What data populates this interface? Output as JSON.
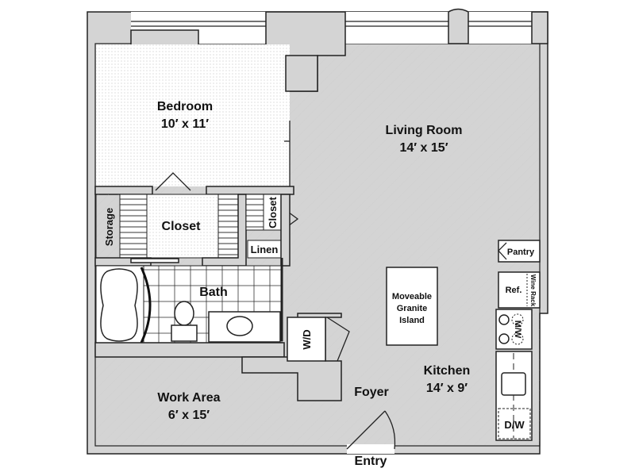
{
  "plan": {
    "rooms": {
      "bedroom": {
        "name": "Bedroom",
        "size": "10′ x 11′"
      },
      "living_room": {
        "name": "Living Room",
        "size": "14′ x 15′"
      },
      "kitchen": {
        "name": "Kitchen",
        "size": "14′ x 9′"
      },
      "work_area": {
        "name": "Work Area",
        "size": "6′ x 15′"
      },
      "closet": "Closet",
      "small_closet": "Closet",
      "storage": "Storage",
      "bath": "Bath",
      "linen": "Linen",
      "foyer": "Foyer",
      "entry": "Entry",
      "pantry": "Pantry"
    },
    "fixtures": {
      "island": [
        "Moveable",
        "Granite",
        "Island"
      ],
      "washer_dryer": "W/D",
      "refrigerator": "Ref.",
      "wine_rack": "Wine Rack",
      "microwave": "M/W",
      "dishwasher": "D/W"
    }
  }
}
